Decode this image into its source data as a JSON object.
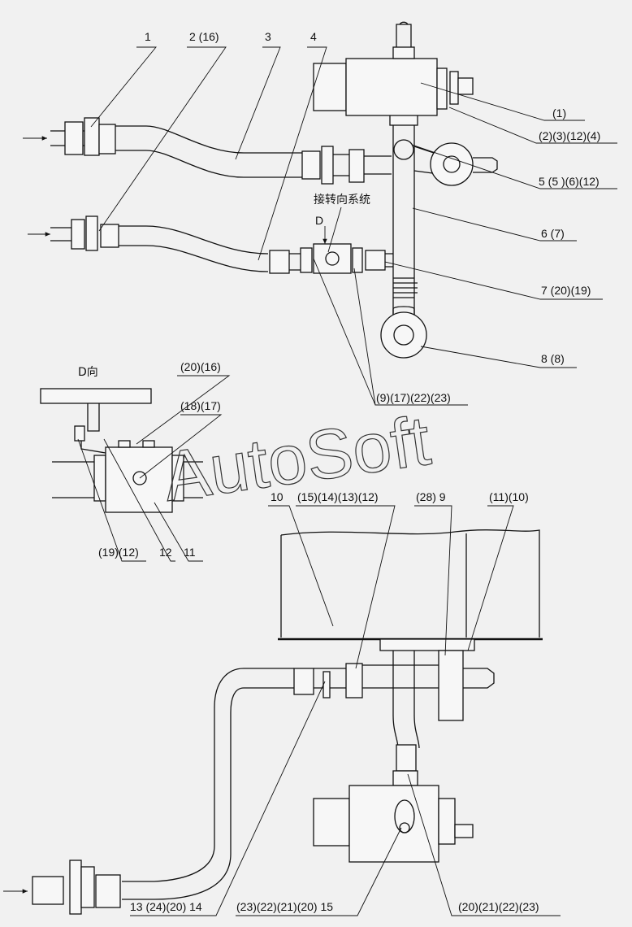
{
  "labels": {
    "l1": "1",
    "l2": "2 (16)",
    "l3": "3",
    "l4": "4",
    "r1": "(1)",
    "r2": "(2)(3)(12)(4)",
    "r3": "5 (5 )(6)(12)",
    "r4": "6 (7)",
    "r5": "7 (20)(19)",
    "r6": "8 (8)",
    "mid": "(9)(17)(22)(23)",
    "steer": "接转向系统",
    "d": "D",
    "dview": "D向",
    "d1": "(20)(16)",
    "d2": "(18)(17)",
    "d3": "(19)(12)",
    "d4": "12",
    "d5": "11",
    "b1": "10",
    "b2": "(15)(14)(13)(12)",
    "b3": "(28) 9",
    "b4": "(11)(10)",
    "bb1": "13 (24)(20) 14",
    "bb2": "(23)(22)(21)(20) 15",
    "bb3": "(20)(21)(22)(23)"
  },
  "watermark": "AutoSoft"
}
